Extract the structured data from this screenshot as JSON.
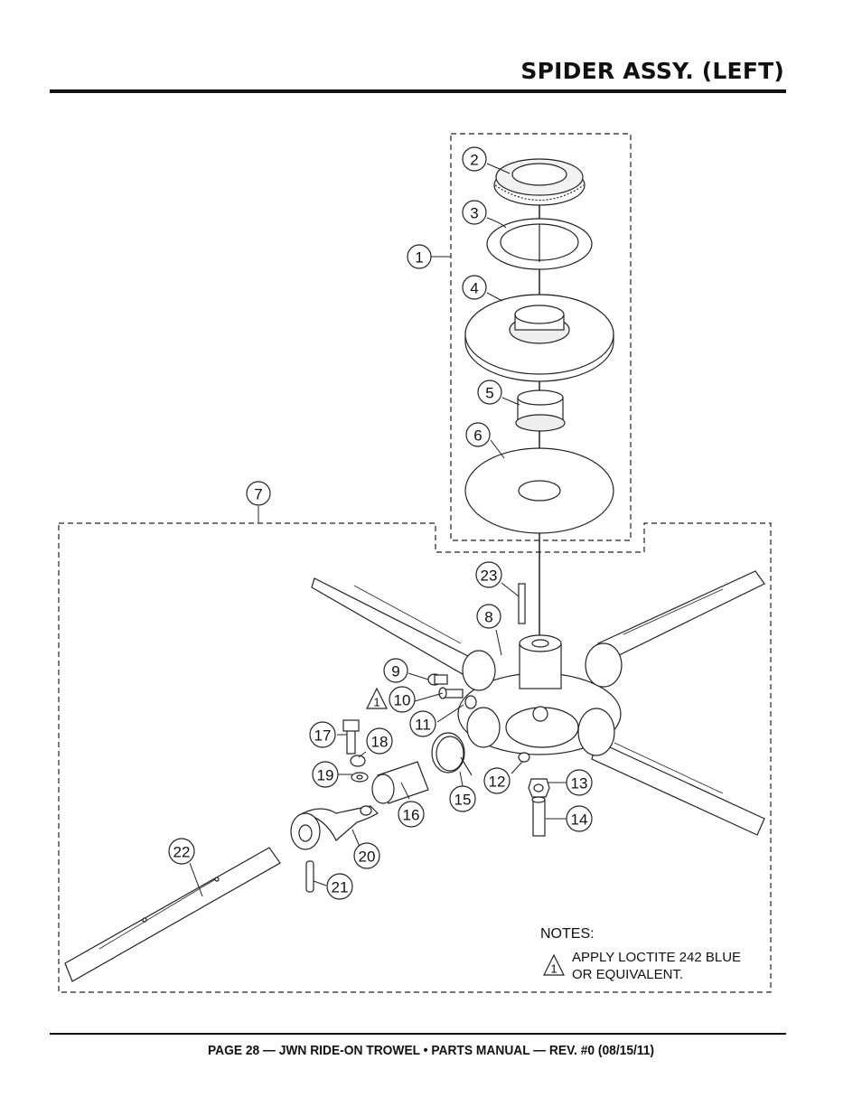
{
  "header": {
    "title": "SPIDER ASSY. (LEFT)"
  },
  "footer": {
    "text": "PAGE 28 — JWN RIDE-ON TROWEL • PARTS MANUAL — REV. #0 (08/15/11)"
  },
  "callouts": {
    "c1": "1",
    "c2": "2",
    "c3": "3",
    "c4": "4",
    "c5": "5",
    "c6": "6",
    "c7": "7",
    "c8": "8",
    "c9": "9",
    "c10": "10",
    "c11": "11",
    "c12": "12",
    "c13": "13",
    "c14": "14",
    "c15": "15",
    "c16": "16",
    "c17": "17",
    "c18": "18",
    "c19": "19",
    "c20": "20",
    "c21": "21",
    "c22": "22",
    "c23": "23"
  },
  "warning_marker": "1",
  "notes": {
    "heading": "NOTES:",
    "marker": "1",
    "line1": "APPLY LOCTITE 242 BLUE",
    "line2": "OR EQUIVALENT."
  }
}
